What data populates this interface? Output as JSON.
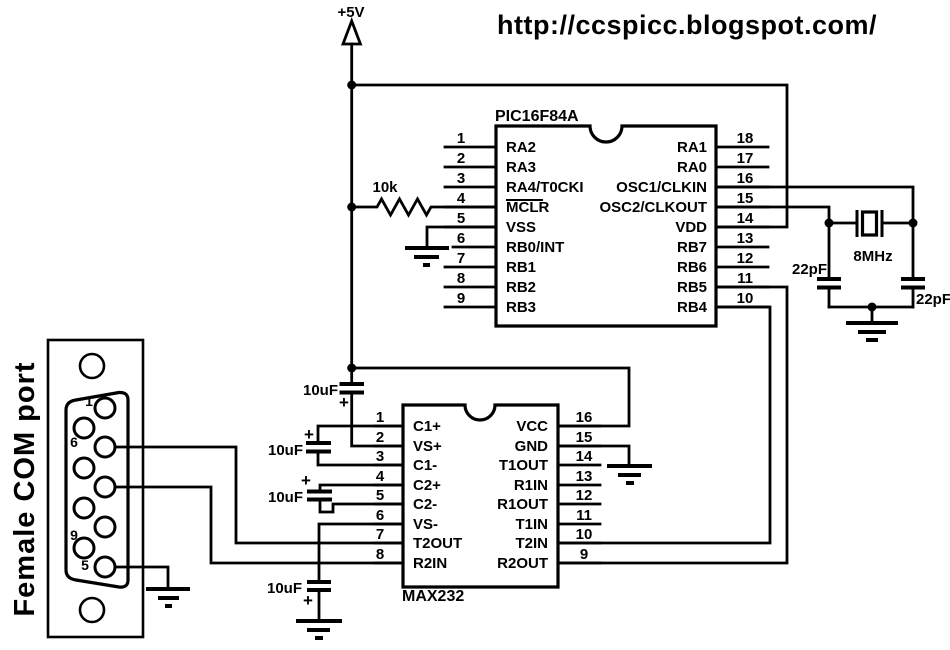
{
  "title": "http://ccspicc.blogspot.com/",
  "colors": {
    "ink": "#000000",
    "background": "#ffffff"
  },
  "power_rail": {
    "label": "+5V"
  },
  "resistor": {
    "label": "10k"
  },
  "crystal": {
    "label": "8MHz",
    "cap_left_label": "22pF",
    "cap_right_label": "22pF"
  },
  "capacitors": {
    "vs_plus": {
      "label": "10uF",
      "polarity": "+"
    },
    "c1": {
      "label": "10uF",
      "polarity": "+"
    },
    "c2": {
      "label": "10uF",
      "polarity": "+"
    },
    "vs_minus": {
      "label": "10uF",
      "polarity": "+"
    }
  },
  "pic": {
    "name": "PIC16F84A",
    "left_pins": [
      {
        "num": "1",
        "label": "RA2"
      },
      {
        "num": "2",
        "label": "RA3"
      },
      {
        "num": "3",
        "label": "RA4/T0CKI"
      },
      {
        "num": "4",
        "label": "MCLR"
      },
      {
        "num": "5",
        "label": "VSS"
      },
      {
        "num": "6",
        "label": "RB0/INT"
      },
      {
        "num": "7",
        "label": "RB1"
      },
      {
        "num": "8",
        "label": "RB2"
      },
      {
        "num": "9",
        "label": "RB3"
      }
    ],
    "right_pins": [
      {
        "num": "18",
        "label": "RA1"
      },
      {
        "num": "17",
        "label": "RA0"
      },
      {
        "num": "16",
        "label": "OSC1/CLKIN"
      },
      {
        "num": "15",
        "label": "OSC2/CLKOUT"
      },
      {
        "num": "14",
        "label": "VDD"
      },
      {
        "num": "13",
        "label": "RB7"
      },
      {
        "num": "12",
        "label": "RB6"
      },
      {
        "num": "11",
        "label": "RB5"
      },
      {
        "num": "10",
        "label": "RB4"
      }
    ]
  },
  "max232": {
    "name": "MAX232",
    "left_pins": [
      {
        "num": "1",
        "label": "C1+"
      },
      {
        "num": "2",
        "label": "VS+"
      },
      {
        "num": "3",
        "label": "C1-"
      },
      {
        "num": "4",
        "label": "C2+"
      },
      {
        "num": "5",
        "label": "C2-"
      },
      {
        "num": "6",
        "label": "VS-"
      },
      {
        "num": "7",
        "label": "T2OUT"
      },
      {
        "num": "8",
        "label": "R2IN"
      }
    ],
    "right_pins": [
      {
        "num": "16",
        "label": "VCC"
      },
      {
        "num": "15",
        "label": "GND"
      },
      {
        "num": "14",
        "label": "T1OUT"
      },
      {
        "num": "13",
        "label": "R1IN"
      },
      {
        "num": "12",
        "label": "R1OUT"
      },
      {
        "num": "11",
        "label": "T1IN"
      },
      {
        "num": "10",
        "label": "T2IN"
      },
      {
        "num": "9",
        "label": "R2OUT"
      }
    ]
  },
  "com_port": {
    "label": "Female COM port",
    "pin_numbers": {
      "p1": "1",
      "p6": "6",
      "p9": "9",
      "p5": "5"
    }
  }
}
